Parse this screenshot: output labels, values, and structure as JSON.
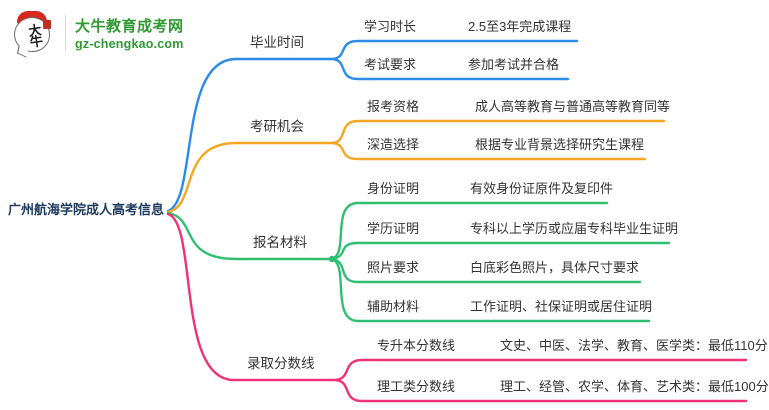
{
  "logo": {
    "icon_text": "大牛",
    "title": "大牛教育成考网",
    "domain": "gz-chengkao.com",
    "brand_color": "#2E9A32",
    "icon_red": "#D7281E"
  },
  "root": {
    "label": "广州航海学院成人高考信息",
    "color": "#1F3A5F"
  },
  "branches": [
    {
      "label": "毕业时间",
      "color": "#2B8CE8",
      "children": [
        {
          "label": "学习时长",
          "value": "2.5至3年完成课程"
        },
        {
          "label": "考试要求",
          "value": "参加考试并合格"
        }
      ]
    },
    {
      "label": "考研机会",
      "color": "#F6A623",
      "children": [
        {
          "label": "报考资格",
          "value": "成人高等教育与普通高等教育同等"
        },
        {
          "label": "深造选择",
          "value": "根据专业背景选择研究生课程"
        }
      ]
    },
    {
      "label": "报名材料",
      "color": "#30BF72",
      "children": [
        {
          "label": "身份证明",
          "value": "有效身份证原件及复印件"
        },
        {
          "label": "学历证明",
          "value": "专科以上学历或应届专科毕业生证明"
        },
        {
          "label": "照片要求",
          "value": "白底彩色照片，具体尺寸要求"
        },
        {
          "label": "辅助材料",
          "value": "工作证明、社保证明或居住证明"
        }
      ]
    },
    {
      "label": "录取分数线",
      "color": "#EF3277",
      "children": [
        {
          "label": "专升本分数线",
          "value": "文史、中医、法学、教育、医学类：最低110分"
        },
        {
          "label": "理工类分数线",
          "value": "理工、经管、农学、体育、艺术类：最低100分"
        }
      ]
    }
  ]
}
